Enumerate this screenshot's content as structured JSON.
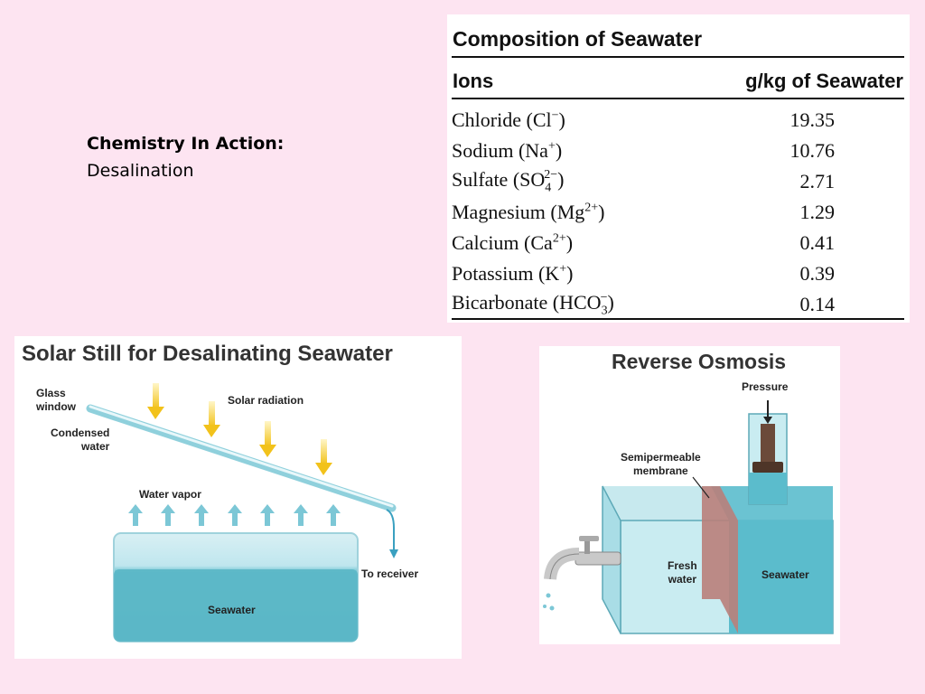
{
  "heading": {
    "title": "Chemistry In Action:",
    "subtitle": "Desalination"
  },
  "composition": {
    "title": "Composition of Seawater",
    "col_ions": "Ions",
    "col_amount": "g/kg of Seawater",
    "rows": [
      {
        "name": "Chloride (Cl",
        "sup": "−",
        "sub": "",
        "close": ")",
        "value": "19.35"
      },
      {
        "name": "Sodium (Na",
        "sup": "+",
        "sub": "",
        "close": ")",
        "value": "10.76"
      },
      {
        "name": "Sulfate (SO",
        "sup": "2−",
        "sub": "4",
        "close": ")",
        "value": "2.71"
      },
      {
        "name": "Magnesium (Mg",
        "sup": "2+",
        "sub": "",
        "close": ")",
        "value": "1.29"
      },
      {
        "name": "Calcium (Ca",
        "sup": "2+",
        "sub": "",
        "close": ")",
        "value": "0.41"
      },
      {
        "name": "Potassium (K",
        "sup": "+",
        "sub": "",
        "close": ")",
        "value": "0.39"
      },
      {
        "name": "Bicarbonate (HCO",
        "sup": "−",
        "sub": "3",
        "close": ")",
        "value": "0.14"
      }
    ]
  },
  "solar_still": {
    "title": "Solar Still for Desalinating Seawater",
    "glass_window_1": "Glass",
    "glass_window_2": "window",
    "condensed_1": "Condensed",
    "condensed_2": "water",
    "solar_radiation": "Solar radiation",
    "water_vapor": "Water vapor",
    "to_receiver": "To receiver",
    "seawater": "Seawater"
  },
  "reverse_osmosis": {
    "title": "Reverse Osmosis",
    "pressure": "Pressure",
    "membrane_1": "Semipermeable",
    "membrane_2": "membrane",
    "fresh_1": "Fresh",
    "fresh_2": "water",
    "seawater": "Seawater"
  },
  "colors": {
    "background": "#fde4f1",
    "water": "#5bbccc",
    "arrow_yellow": "#f2c21b",
    "membrane": "#b9807a"
  }
}
